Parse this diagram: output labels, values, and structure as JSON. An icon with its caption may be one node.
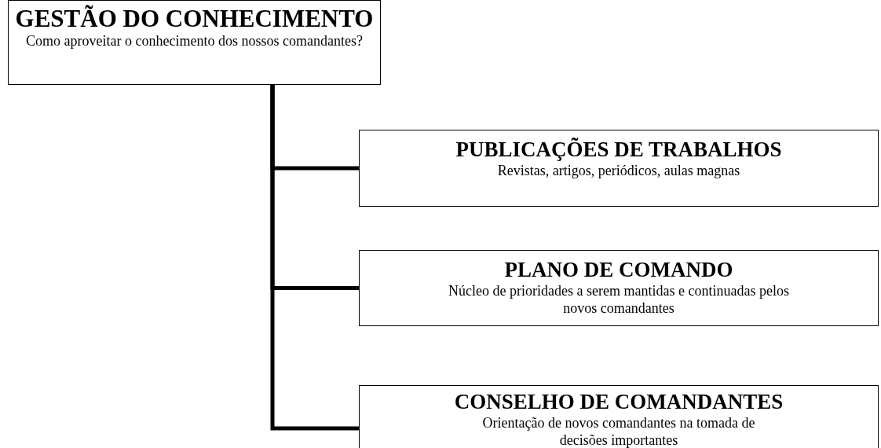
{
  "diagram": {
    "nodes": [
      {
        "text": [
          "GESTÃO DO CONHECIMENTO",
          "Como aproveitar o conhecimento dos nossos comandantes?"
        ]
      },
      {
        "text": [
          "PUBLICAÇÕES DE TRABALHOS",
          "Revistas, artigos, periódicos, aulas magnas"
        ]
      },
      {
        "text": [
          "PLANO DE COMANDO",
          "Núcleo de prioridades a serem mantidas e continuadas pelos novos comandantes"
        ]
      },
      {
        "text": [
          "CONSELHO DE COMANDANTES",
          "Orientação de novos comandantes na tomada de decisões importantes"
        ]
      }
    ],
    "edges": [
      {
        "from": 0,
        "to": 1,
        "arrow": "none"
      },
      {
        "from": 0,
        "to": 2,
        "arrow": "none"
      },
      {
        "from": 0,
        "to": 3,
        "arrow": "none"
      }
    ]
  }
}
